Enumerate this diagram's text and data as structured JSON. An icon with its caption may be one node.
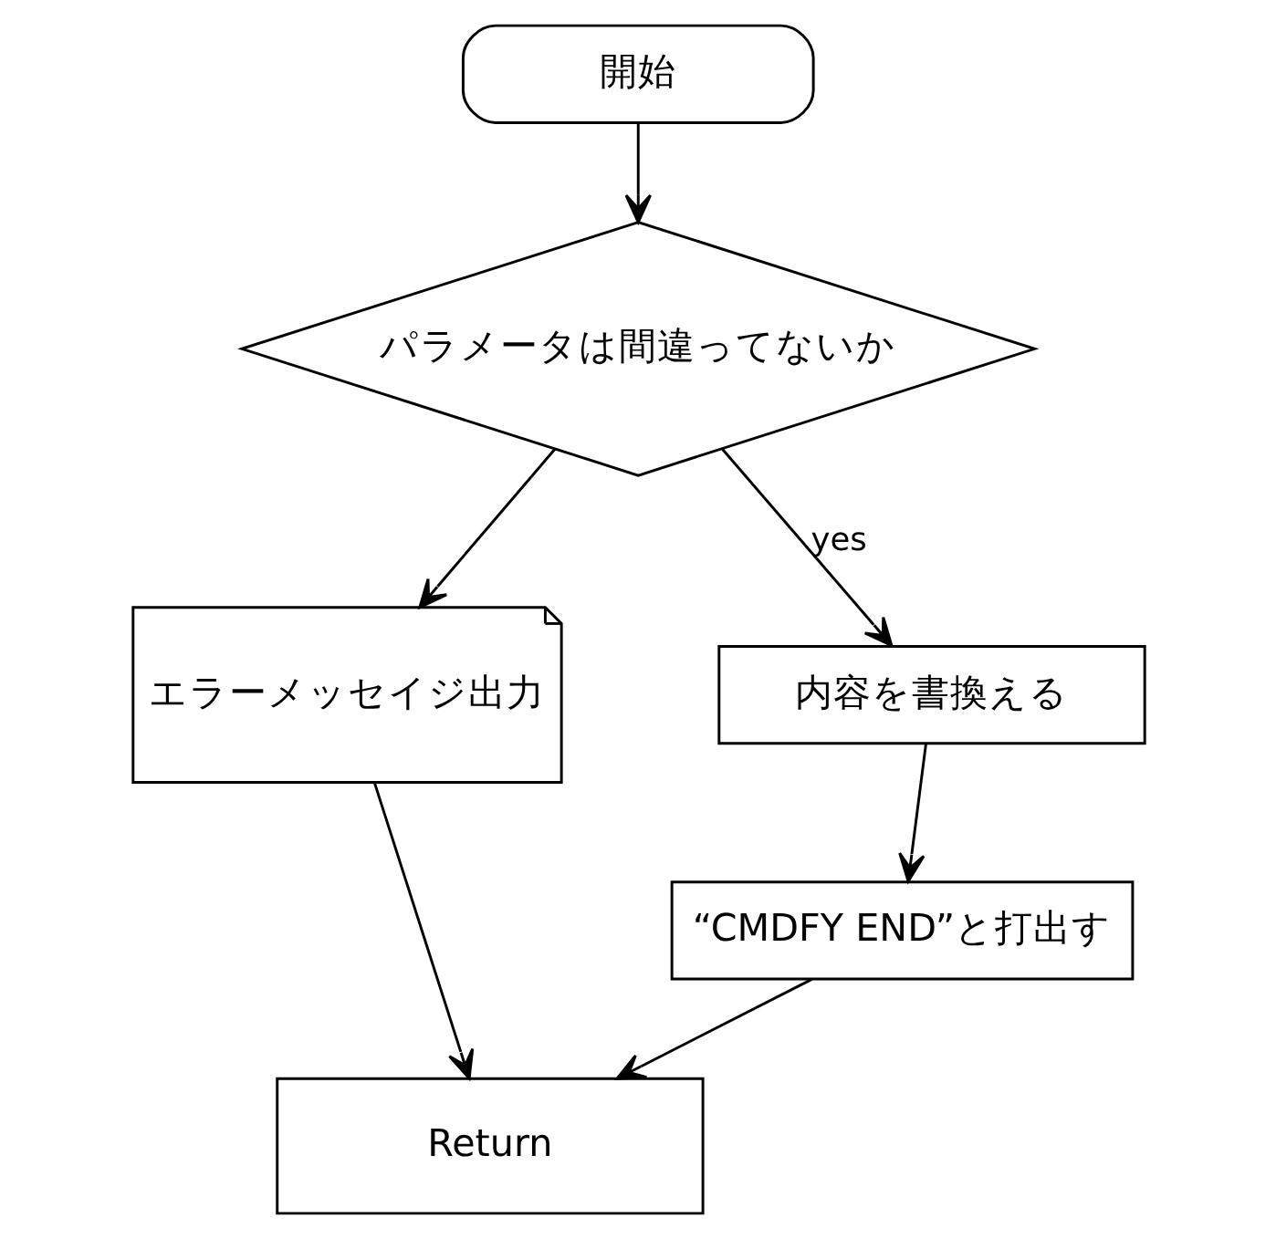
{
  "diagram": {
    "nodes": [
      {
        "text": [
          "開始"
        ]
      },
      {
        "text": [
          "パラメータは間違ってないか"
        ]
      },
      {
        "text": [
          "エラーメッセイジ出力"
        ]
      },
      {
        "text": [
          "内容を書換える"
        ]
      },
      {
        "text": [
          "“CMDFY END”と打出す"
        ]
      },
      {
        "text": [
          "Return"
        ]
      }
    ],
    "edges": [
      {
        "from": 0,
        "to": 1,
        "arrow": "to"
      },
      {
        "from": 1,
        "to": 3,
        "arrow": "to",
        "label": "yes"
      },
      {
        "from": 1,
        "to": 2,
        "arrow": "to"
      },
      {
        "from": 3,
        "to": 4,
        "arrow": "to"
      },
      {
        "from": 4,
        "to": 5,
        "arrow": "to"
      },
      {
        "from": 2,
        "to": 5,
        "arrow": "to"
      }
    ]
  }
}
